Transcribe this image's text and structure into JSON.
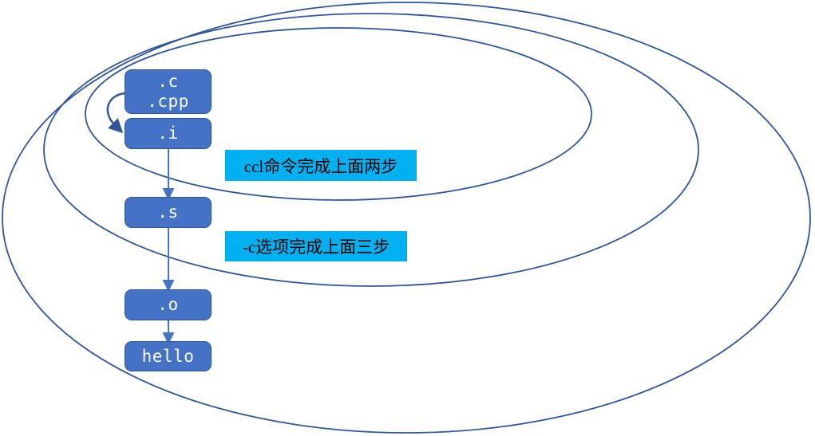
{
  "diagram": {
    "title_hint": "gcc compilation stages flow",
    "nodes": {
      "source": {
        "line1": ".c",
        "line2": ".cpp"
      },
      "preprocessed": {
        "label": ".i"
      },
      "assembly": {
        "label": ".s"
      },
      "object": {
        "label": ".o"
      },
      "executable": {
        "label": "hello"
      }
    },
    "annotations": {
      "ccl": {
        "text": "ccl命令完成上面两步"
      },
      "c_option": {
        "text": "-c选项完成上面三步"
      }
    },
    "edges": [
      {
        "from": "source",
        "to": "preprocessed",
        "style": "curved-left"
      },
      {
        "from": "preprocessed",
        "to": "assembly",
        "style": "straight"
      },
      {
        "from": "assembly",
        "to": "object",
        "style": "straight"
      },
      {
        "from": "object",
        "to": "executable",
        "style": "straight"
      }
    ],
    "groups": [
      {
        "name": "ellipse-inner",
        "encloses": [
          "source",
          "preprocessed"
        ]
      },
      {
        "name": "ellipse-middle",
        "encloses": [
          "source",
          "preprocessed",
          "assembly"
        ]
      },
      {
        "name": "ellipse-outer",
        "encloses": [
          "source",
          "preprocessed",
          "assembly",
          "object",
          "executable"
        ]
      }
    ],
    "colors": {
      "background": "#FFFFFF",
      "box_fill": "#4472C4",
      "box_border": "#2F5597",
      "box_text": "#FFFFFF",
      "arrow": "#4472C4",
      "curved_arrow": "#2F5597",
      "ellipse_stroke": "#2F5597",
      "annotation_bg": "#00B0F0",
      "annotation_text": "#000000"
    }
  }
}
